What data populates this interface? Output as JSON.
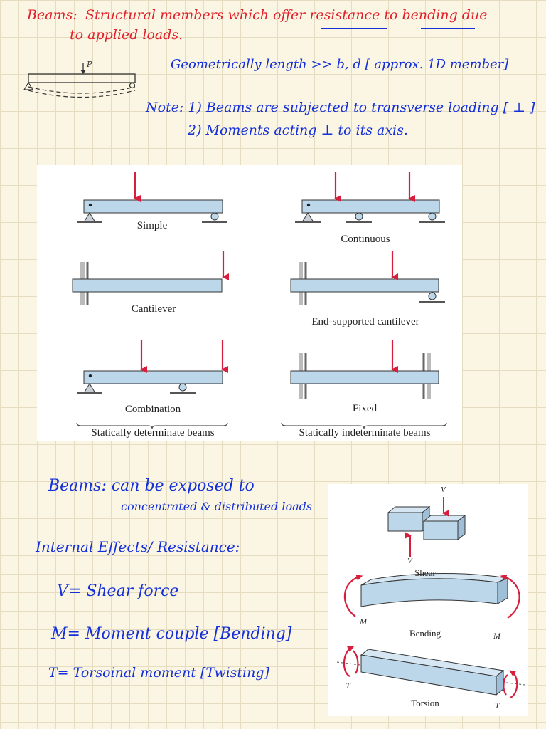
{
  "notes": {
    "title_key": "Beams:",
    "title_def_1": "Structural members which offer resistance to bending due",
    "title_def_2": "to applied loads.",
    "load_p": "P",
    "geometry": "Geometrically length >> b, d [ approx. 1D member]",
    "note_1": "Note: 1) Beams are subjected to transverse loading [ ⊥ ]",
    "note_2": "2) Moments acting ⊥ to its axis."
  },
  "beam_types": {
    "simple": "Simple",
    "continuous": "Continuous",
    "cantilever": "Cantilever",
    "end_supported": "End-supported cantilever",
    "combination": "Combination",
    "fixed": "Fixed",
    "determinate": "Statically determinate beams",
    "indeterminate": "Statically indeterminate beams"
  },
  "lower_notes": {
    "beams_1": "Beams: can be exposed to",
    "beams_2": "concentrated & distributed loads",
    "internal": "Internal Effects/ Resistance:",
    "v_line": "V= Shear force",
    "m_line": "M= Moment couple [Bending]",
    "t_line": "T= Torsoinal moment [Twisting]"
  },
  "effects": {
    "v_top": "V",
    "v_bottom": "V",
    "shear": "Shear",
    "m_left": "M",
    "m_right": "M",
    "bending": "Bending",
    "t_left": "T",
    "t_right": "T",
    "torsion": "Torsion"
  },
  "colors": {
    "ink_red": "#e0202a",
    "ink_blue": "#1530d8",
    "beam_fill": "#bcd6ea",
    "arrow_red": "#d81e3c"
  }
}
